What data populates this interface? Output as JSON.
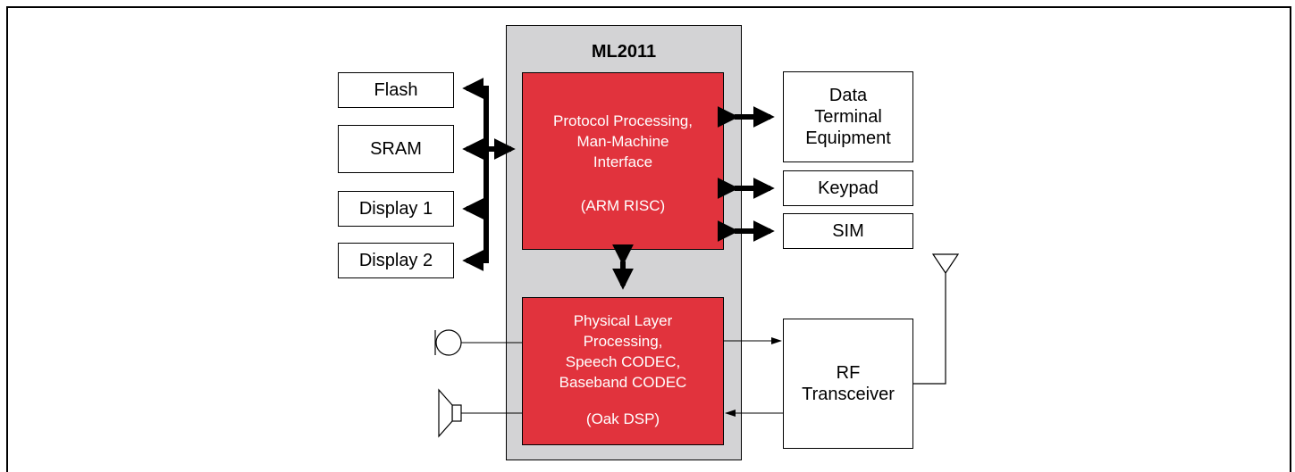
{
  "chip": {
    "title": "ML2011"
  },
  "arm_block": {
    "lines": [
      "Protocol Processing,",
      "Man-Machine",
      "Interface"
    ],
    "core": "(ARM RISC)"
  },
  "dsp_block": {
    "lines": [
      "Physical Layer",
      "Processing,",
      "Speech CODEC,",
      "Baseband CODEC"
    ],
    "core": "(Oak DSP)"
  },
  "memory": {
    "flash": "Flash",
    "sram": "SRAM",
    "display1": "Display 1",
    "display2": "Display 2"
  },
  "peripherals": {
    "dte": [
      "Data",
      "Terminal",
      "Equipment"
    ],
    "keypad": "Keypad",
    "sim": "SIM"
  },
  "rf": {
    "lines": [
      "RF",
      "Transceiver"
    ]
  }
}
